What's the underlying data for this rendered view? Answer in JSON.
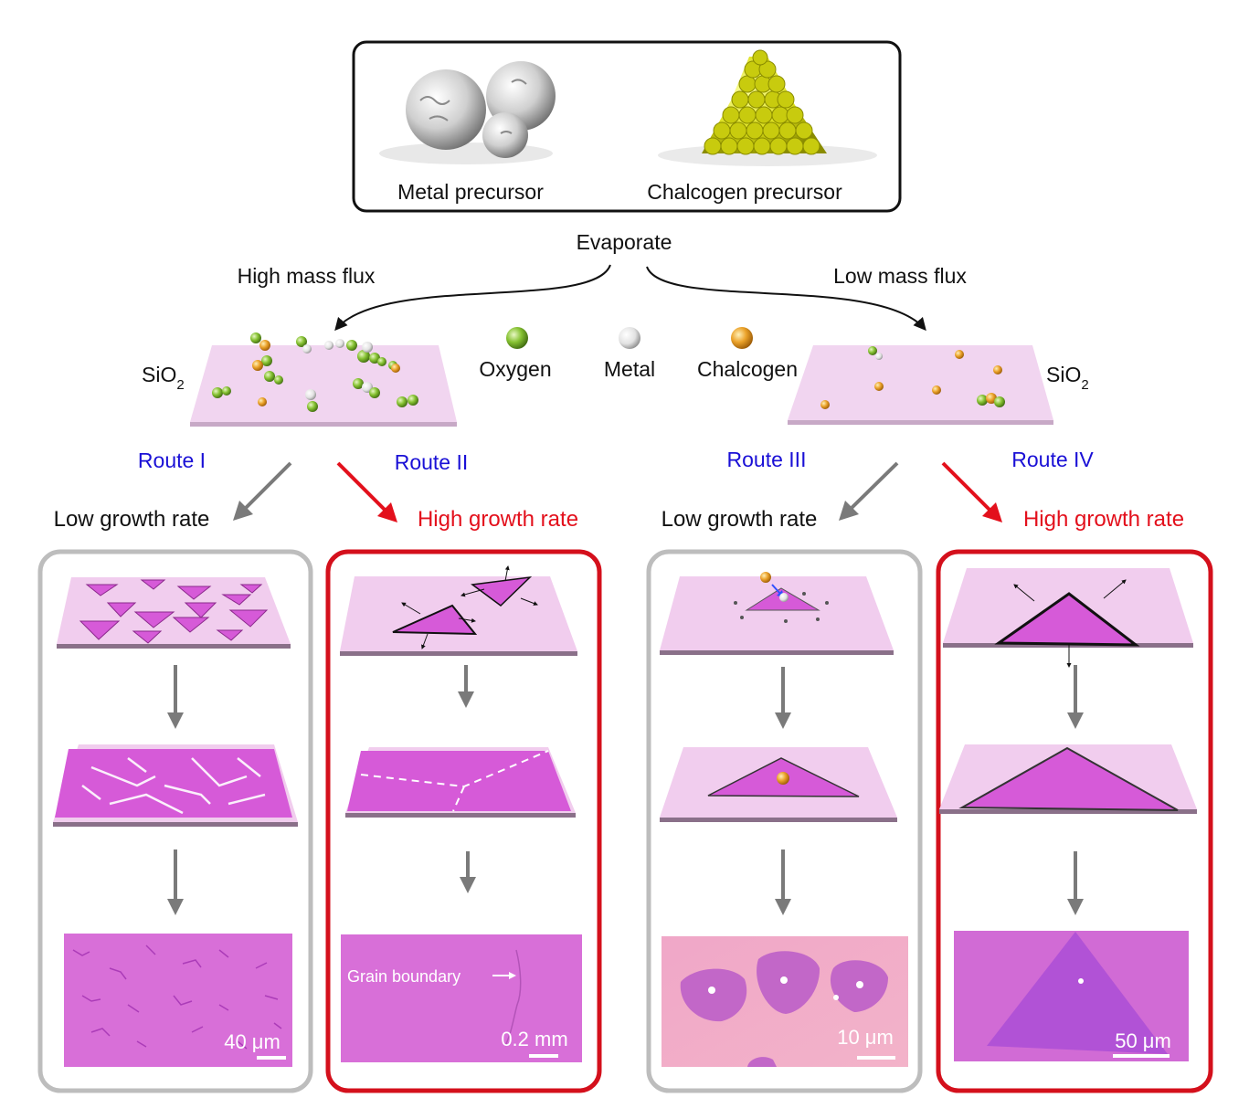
{
  "precursors": {
    "metal_label": "Metal precursor",
    "chalcogen_label": "Chalcogen precursor"
  },
  "evaporate_label": "Evaporate",
  "flux": {
    "high": "High mass flux",
    "low": "Low mass flux"
  },
  "substrate_label_base": "SiO",
  "substrate_label_sub": "2",
  "legend": {
    "oxygen": "Oxygen",
    "metal": "Metal",
    "chalcogen": "Chalcogen"
  },
  "routes": [
    {
      "name": "Route I",
      "rate": "Low growth rate",
      "scale": "40 μm",
      "note": ""
    },
    {
      "name": "Route II",
      "rate": "High growth rate",
      "scale": "0.2 mm",
      "note": "Grain boundary"
    },
    {
      "name": "Route III",
      "rate": "Low growth rate",
      "scale": "10 μm",
      "note": ""
    },
    {
      "name": "Route IV",
      "rate": "High growth rate",
      "scale": "50 μm",
      "note": ""
    }
  ],
  "colors": {
    "route_label": "#1a10d6",
    "high_rate": "#e3101c",
    "low_rate_frame": "#bdbdbd",
    "high_rate_frame": "#d4101c",
    "substrate": "#f1cdee",
    "crystal": "#d65ad8",
    "micrograph": "#d86fd8",
    "oxygen": "#7ab82a",
    "metal": "#e6e6e6",
    "chalcogen": "#e49a1c"
  }
}
